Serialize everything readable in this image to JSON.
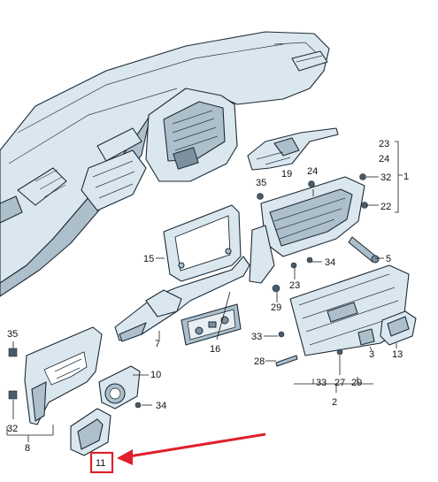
{
  "colors": {
    "part_fill": "#dbe7ef",
    "part_shade": "#aebfcc",
    "line": "#1c2a36",
    "highlight": "#e0202a"
  },
  "highlighted_part": "11",
  "callouts": {
    "c23_top": "23",
    "c24": "24",
    "c1": "1",
    "c19": "19",
    "c35_a": "35",
    "c24_b": "24",
    "c32_a": "32",
    "c22": "22",
    "c15": "15",
    "c5": "5",
    "c34_a": "34",
    "c23_b": "23",
    "c29_a": "29",
    "c7": "7",
    "c16": "16",
    "c33_a": "33",
    "c3": "3",
    "c13": "13",
    "c28": "28",
    "c27": "27",
    "c33_b": "33",
    "c29_b": "29",
    "c2": "2",
    "c35_b": "35",
    "c10": "10",
    "c34_b": "34",
    "c32_b": "32",
    "c8": "8",
    "c11": "11"
  }
}
